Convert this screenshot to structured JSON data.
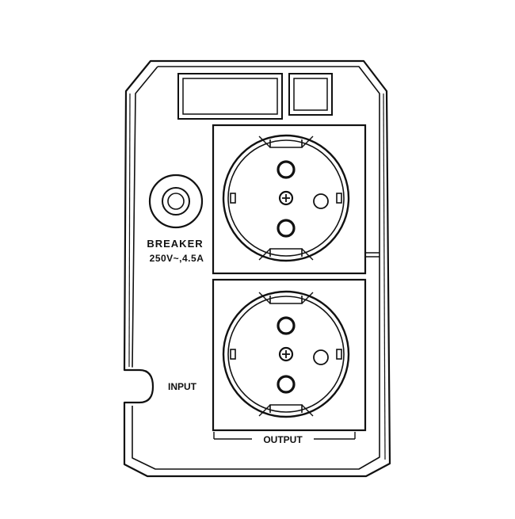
{
  "breaker": {
    "label": "BREAKER",
    "rating": "250V~,4.5A"
  },
  "input": {
    "label": "INPUT"
  },
  "output": {
    "label": "OUTPUT",
    "socket_count": 2
  },
  "colors": {
    "stroke": "#111111",
    "background": "#ffffff"
  }
}
